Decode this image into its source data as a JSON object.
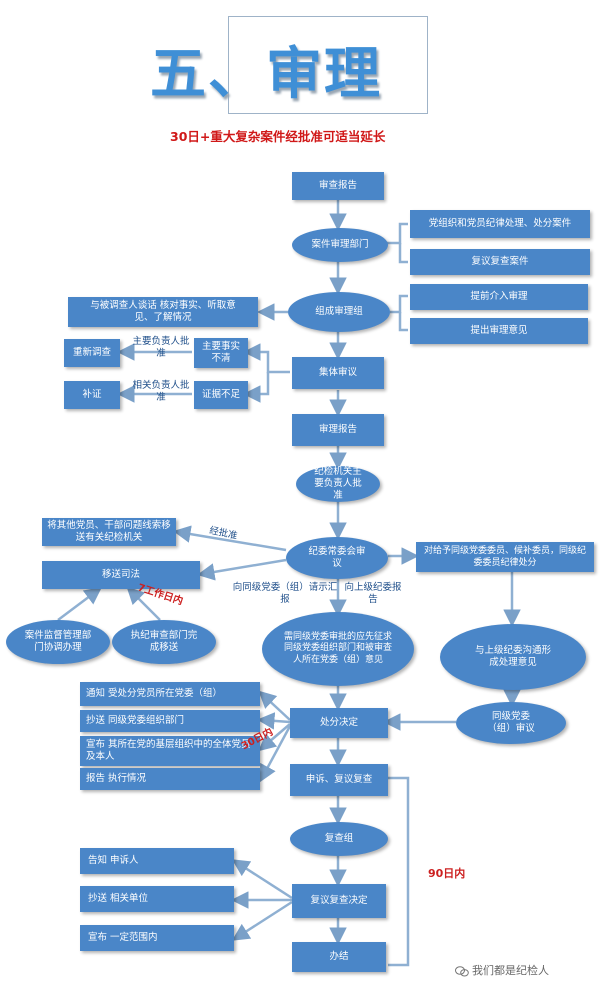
{
  "title": "五、审理",
  "subtitle": "30日+重大复杂案件经批准可适当延长",
  "watermark": "我们都是纪检人",
  "colors": {
    "box": "#4a86c8",
    "arrow": "#7aa0c8",
    "title": "#3f8fd6",
    "red": "#d01818"
  },
  "nodes": {
    "shencha_report": "审查报告",
    "case_dept": "案件审理部门",
    "party_discipline": "党组织和党员纪律处理、处分案件",
    "review_case": "复议复查案件",
    "form_group": "组成审理组",
    "interview": "与被调查人谈话 核对事实、听取意见、了解情况",
    "early_intervene": "提前介入审理",
    "propose_opinion": "提出审理意见",
    "reinvestigate": "重新调查",
    "facts_unclear": "主要事实不清",
    "main_leader_approve": "主要负责人批准",
    "collective_review": "集体审议",
    "supplement": "补证",
    "evidence_insufficient": "证据不足",
    "related_leader_approve": "相关负责人批准",
    "review_report": "审理报告",
    "organ_leader_approve": "纪检机关主要负责人批准",
    "transfer_clues": "将其他党员、干部问题线索移送有关纪检机关",
    "approved": "经批准",
    "standing_committee": "纪委常委会审议",
    "same_level_report": "向同级党委（组）请示汇报",
    "upper_report": "向上级纪委报告",
    "members_sanction": "对给予同级党委委员、候补委员，同级纪委委员纪律处分",
    "judicial": "移送司法",
    "days7": "7工作日内",
    "solicit": "需同级党委审批的应先征求同级党委组织部门和被审查人所在党委（组）意见",
    "communicate": "与上级纪委沟通形成处理意见",
    "supervise": "案件监督管理部门协调办理",
    "execute_transfer": "执纪审查部门完成移送",
    "party_review": "同级党委（组）审议",
    "notify": "通知  受处分党员所在党委（组）",
    "copy_org": "抄送  同级党委组织部门",
    "announce_all": "宣布  其所在党的基层组织中的全体党员及本人",
    "report_exec": "报告  执行情况",
    "decision": "处分决定",
    "days30": "30日内",
    "appeal": "申诉、复议复查",
    "review_group": "复查组",
    "inform": "告知  申诉人",
    "copy_unit": "抄送  相关单位",
    "announce_scope": "宣布  一定范围内",
    "review_decision": "复议复查决定",
    "handle": "办结",
    "days90": "90日内"
  }
}
